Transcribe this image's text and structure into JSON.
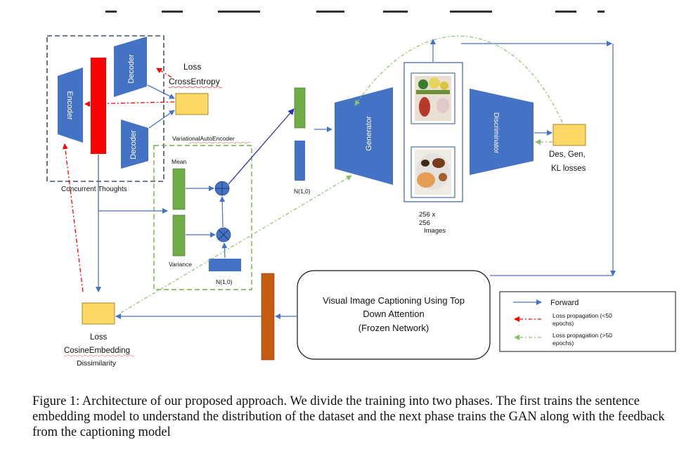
{
  "diagram": {
    "encoder_label": "Encoder",
    "decoder_top_label": "Decoder",
    "decoder_bottom_label": "Decoder",
    "loss_top": "Loss",
    "loss_top_name": "CrossEntropy",
    "vae_label": "VariationalAutoEncoder",
    "concurrent_label": "Concurrent Thoughts",
    "mean_label": "Mean",
    "variance_label": "Variance",
    "noise_inner_label": "N(1,0)",
    "noise_mid_label": "N(1,0)",
    "generator_label": "Generator",
    "discriminator_label": "Discriminator",
    "images_label_line1": "256 x",
    "images_label_line2": "256",
    "images_label_line3": "Images",
    "gan_losses_line1": "Des, Gen,",
    "gan_losses_line2": "KL losses",
    "loss_bottom": "Loss",
    "loss_bottom_name": "CosineEmbedding",
    "loss_bottom_sub": "Dissimilarity",
    "captioning_line1": "Visual Image Captioning Using Top",
    "captioning_line2": "Down Attention",
    "captioning_line3": "(Frozen Network)"
  },
  "legend": {
    "forward": "Forward",
    "loss_lt50_line1": "Loss propagation (<50",
    "loss_lt50_line2": "epochs)",
    "loss_gt50_line1": "Loss propagation (>50",
    "loss_gt50_line2": "epochs)"
  },
  "colors": {
    "blue": "#4472c4",
    "red": "#ff0000",
    "green": "#70ad47",
    "yellow": "#ffd966",
    "orange": "#c55a11",
    "dashed_blue": "#44546a",
    "dashed_green": "#70ad47"
  },
  "caption": "Figure 1:  Architecture of our proposed approach. We divide the training into two phases. The first trains the sentence embedding model to understand the distribution of the dataset and the next phase trains the GAN along with the feedback from the captioning model"
}
